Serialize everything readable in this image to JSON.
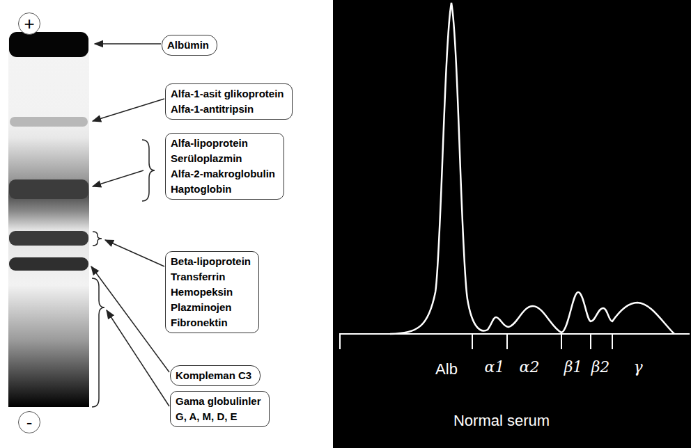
{
  "diagram": {
    "nodes": [
      {
        "text": [
          "+"
        ]
      },
      {
        "text": [
          "Albümin"
        ]
      },
      {
        "text": [
          "Alfa-1-asit glikoprotein",
          "Alfa-1-antitripsin"
        ]
      },
      {
        "text": [
          "Alfa-lipoprotein",
          "Serüloplazmin",
          "Alfa-2-makroglobulin",
          "Haptoglobin"
        ]
      },
      {
        "text": [
          "Beta-lipoprotein",
          "Transferrin",
          "Hemopeksin",
          "Plazminojen",
          "Fibronektin"
        ]
      },
      {
        "text": [
          "Kompleman C3"
        ]
      },
      {
        "text": [
          "Gama globulinler",
          "G, A, M, D, E"
        ]
      },
      {
        "text": [
          "-"
        ]
      }
    ],
    "labels": [
      "Alb",
      "α1",
      "α2",
      "β1",
      "β2",
      "γ",
      "Normal serum"
    ]
  }
}
